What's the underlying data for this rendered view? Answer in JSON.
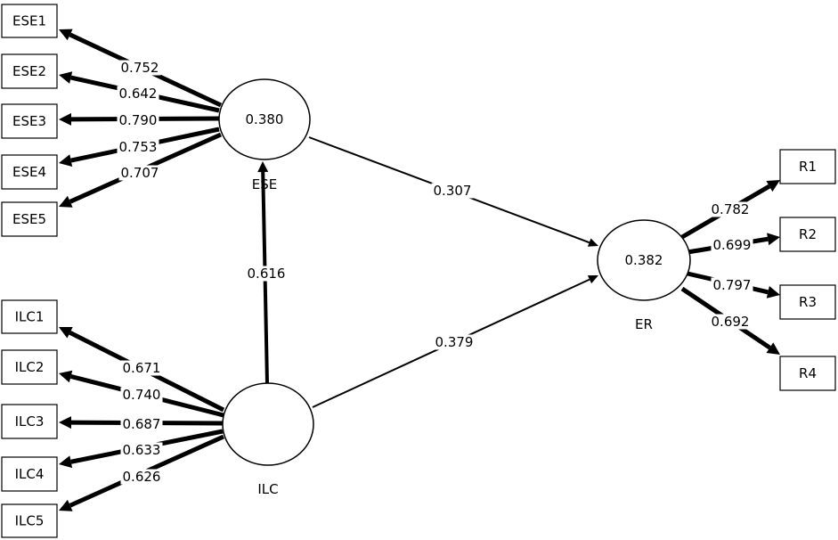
{
  "constructs": [
    {
      "id": "ESE",
      "label": "ESE",
      "value": "0.380"
    },
    {
      "id": "ILC",
      "label": "ILC",
      "value": ""
    },
    {
      "id": "ER",
      "label": "ER",
      "value": "0.382"
    }
  ],
  "indicators": [
    {
      "id": "ESE1",
      "label": "ESE1",
      "construct": "ESE",
      "loading": "0.752"
    },
    {
      "id": "ESE2",
      "label": "ESE2",
      "construct": "ESE",
      "loading": "0.642"
    },
    {
      "id": "ESE3",
      "label": "ESE3",
      "construct": "ESE",
      "loading": "0.790"
    },
    {
      "id": "ESE4",
      "label": "ESE4",
      "construct": "ESE",
      "loading": "0.753"
    },
    {
      "id": "ESE5",
      "label": "ESE5",
      "construct": "ESE",
      "loading": "0.707"
    },
    {
      "id": "ILC1",
      "label": "ILC1",
      "construct": "ILC",
      "loading": "0.671"
    },
    {
      "id": "ILC2",
      "label": "ILC2",
      "construct": "ILC",
      "loading": "0.740"
    },
    {
      "id": "ILC3",
      "label": "ILC3",
      "construct": "ILC",
      "loading": "0.687"
    },
    {
      "id": "ILC4",
      "label": "ILC4",
      "construct": "ILC",
      "loading": "0.633"
    },
    {
      "id": "ILC5",
      "label": "ILC5",
      "construct": "ILC",
      "loading": "0.626"
    },
    {
      "id": "R1",
      "label": "R1",
      "construct": "ER",
      "loading": "0.782"
    },
    {
      "id": "R2",
      "label": "R2",
      "construct": "ER",
      "loading": "0.699"
    },
    {
      "id": "R3",
      "label": "R3",
      "construct": "ER",
      "loading": "0.797"
    },
    {
      "id": "R4",
      "label": "R4",
      "construct": "ER",
      "loading": "0.692"
    }
  ],
  "paths": [
    {
      "from": "ILC",
      "to": "ESE",
      "coef": "0.616"
    },
    {
      "from": "ESE",
      "to": "ER",
      "coef": "0.307"
    },
    {
      "from": "ILC",
      "to": "ER",
      "coef": "0.379"
    }
  ]
}
